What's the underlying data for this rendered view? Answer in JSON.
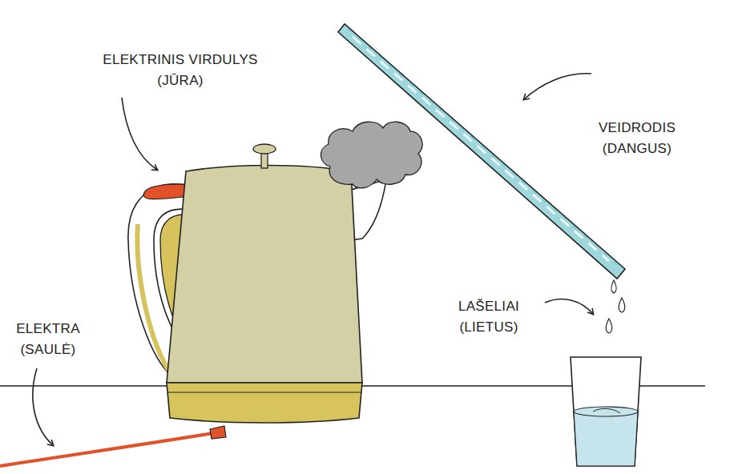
{
  "diagram": {
    "labels": [
      "ELEKTRINIS VIRDULYS (JŪRA)",
      "VEIDRODIS (DANGUS)",
      "LAŠELIAI (LIETUS)",
      "ELEKTRA (SAULĖ)"
    ]
  }
}
